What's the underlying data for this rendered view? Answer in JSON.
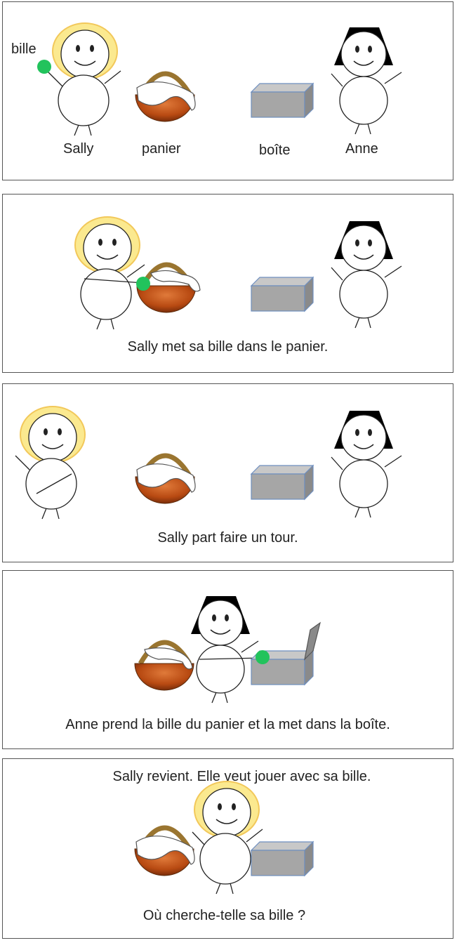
{
  "panels": [
    {
      "labels": {
        "bille": "bille",
        "sally": "Sally",
        "panier": "panier",
        "boite": "boîte",
        "anne": "Anne"
      }
    },
    {
      "caption": "Sally met sa bille dans le panier."
    },
    {
      "caption": "Sally part faire un tour."
    },
    {
      "caption": "Anne prend la bille du panier et la met dans la boîte."
    },
    {
      "caption_top": "Sally revient. Elle veut jouer avec sa bille.",
      "caption": "Où cherche-telle sa bille ?"
    }
  ],
  "colors": {
    "sally_hair": "#fbe98f",
    "anne_hair": "#000000",
    "marble": "#22c35c",
    "basket": "#b84a12",
    "box": "#a6a6a6",
    "box_edge": "#6f8fbf"
  }
}
